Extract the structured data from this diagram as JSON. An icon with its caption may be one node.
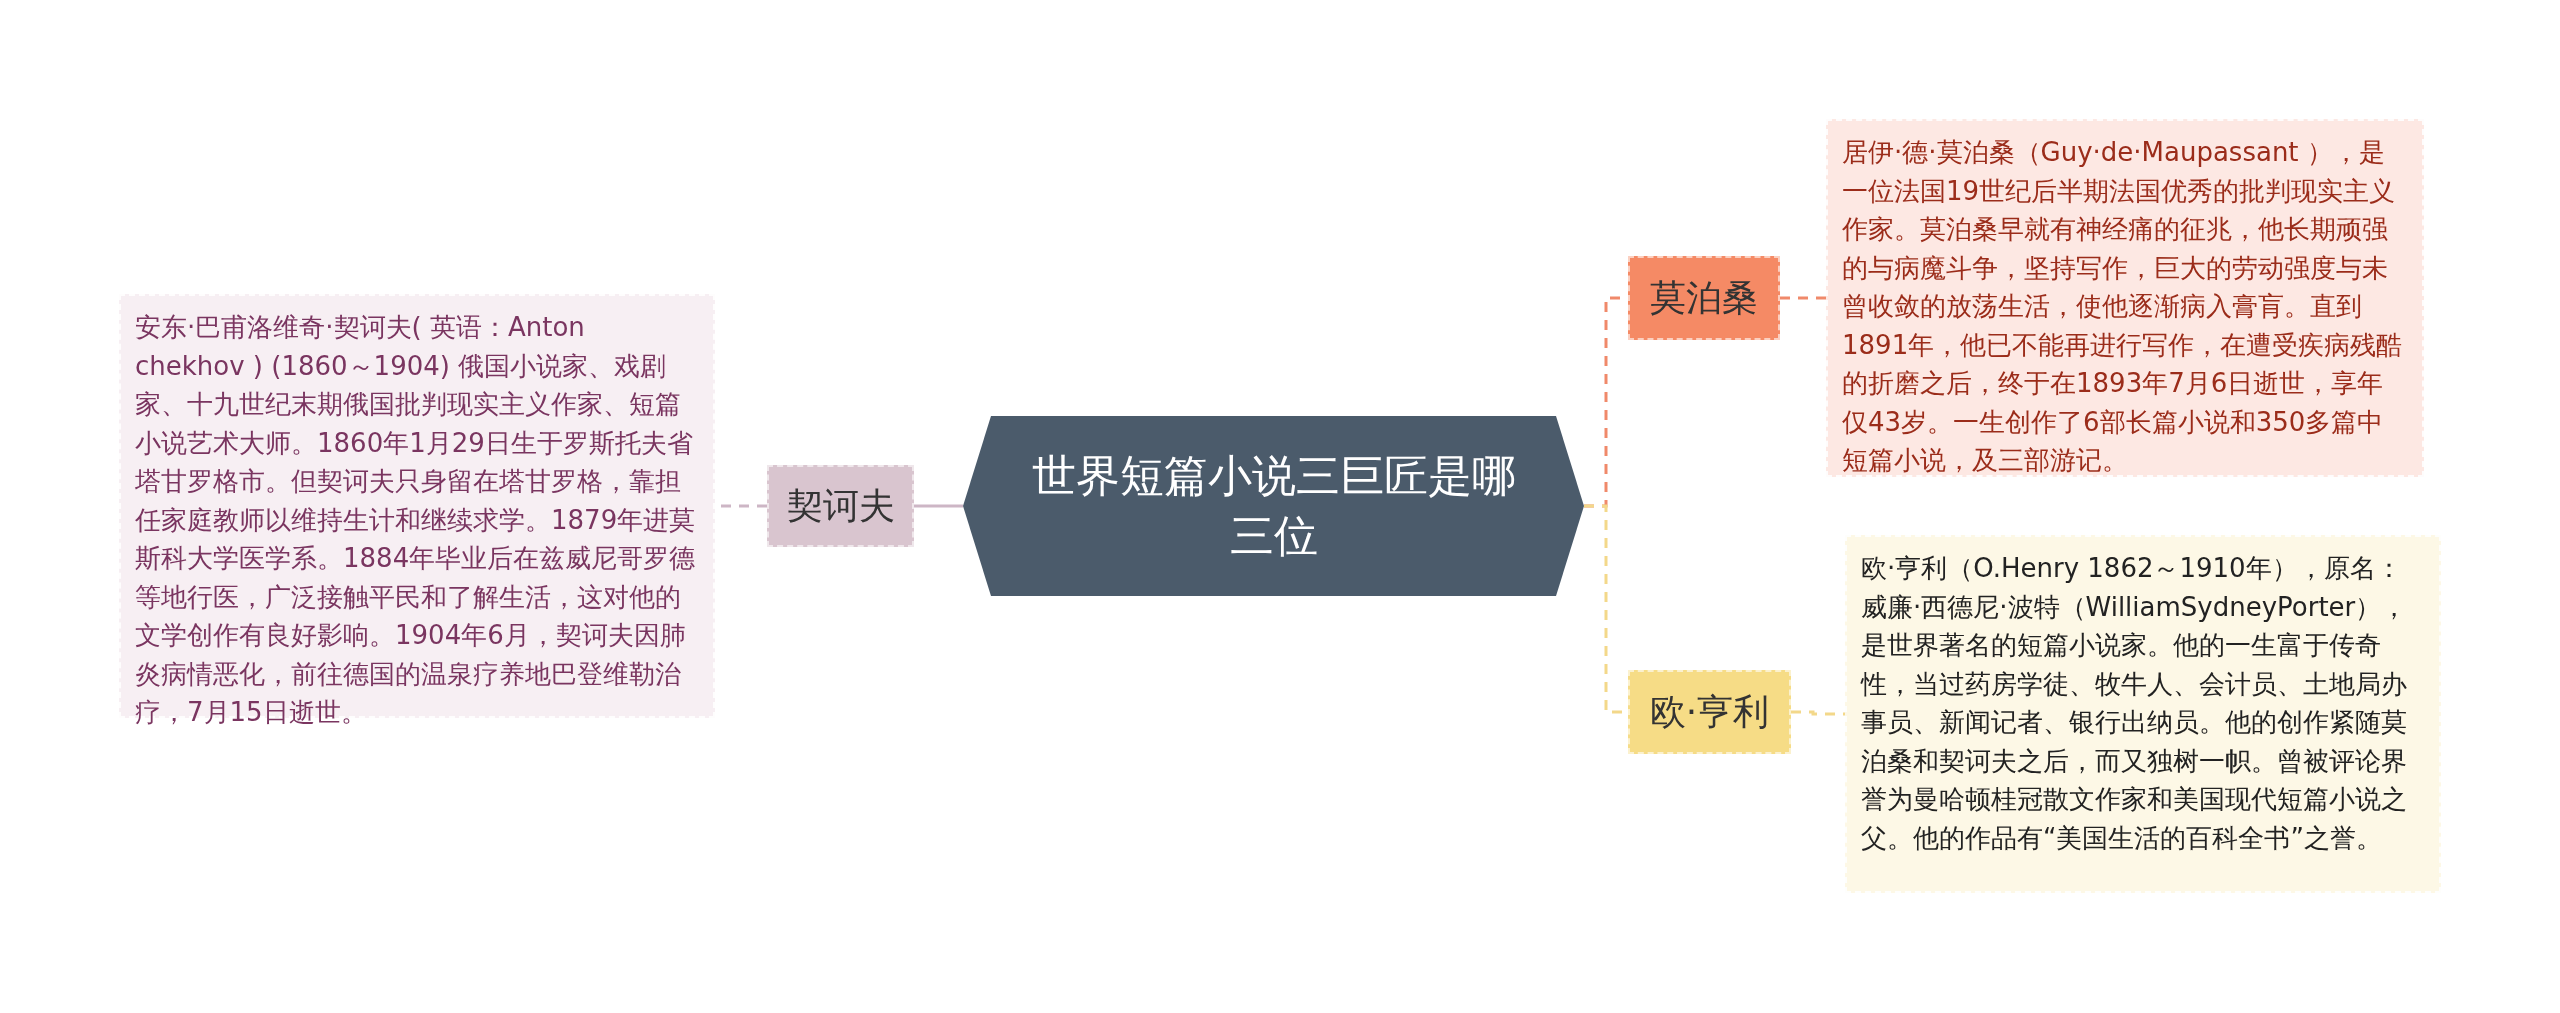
{
  "diagram": {
    "nodes": [
      {
        "text": [
          "世界短篇小说三巨匠是哪三位"
        ]
      },
      {
        "text": [
          "契诃夫"
        ]
      },
      {
        "text": [
          "安东·巴甫洛维奇·契诃夫( 英语：Anton chekhov ) (1860～1904) 俄国小说家、戏剧家、十九世纪末期俄国批判现实主义作家、短篇小说艺术大师。1860年1月29日生于罗斯托夫省塔甘罗格市。但契诃夫只身留在塔甘罗格，靠担任家庭教师以维持生计和继续求学。1879年进莫斯科大学医学系。1884年毕业后在兹威尼哥罗德等地行医，广泛接触平民和了解生活，这对他的文学创作有良好影响。1904年6月，契诃夫因肺炎病情恶化，前往德国的温泉疗养地巴登维勒治疗，7月15日逝世。"
        ]
      },
      {
        "text": [
          "莫泊桑"
        ]
      },
      {
        "text": [
          "居伊·德·莫泊桑（Guy·de·Maupassant ），是一位法国19世纪后半期法国优秀的批判现实主义作家。莫泊桑早就有神经痛的征兆，他长期顽强的与病魔斗争，坚持写作，巨大的劳动强度与未曾收敛的放荡生活，使他逐渐病入膏肓。直到1891年，他已不能再进行写作，在遭受疾病残酷的折磨之后，终于在1893年7月6日逝世，享年仅43岁。一生创作了6部长篇小说和350多篇中短篇小说，及三部游记。"
        ]
      },
      {
        "text": [
          "欧·亨利"
        ]
      },
      {
        "text": [
          "欧·亨利（O.Henry 1862～1910年），原名：威廉·西德尼·波特（WilliamSydneyPorter），是世界著名的短篇小说家。他的一生富于传奇性，当过药房学徒、牧牛人、会计员、土地局办事员、新闻记者、银行出纳员。他的创作紧随莫泊桑和契诃夫之后，而又独树一帜。曾被评论界誉为曼哈顿桂冠散文作家和美国现代短篇小说之父。他的作品有“美国生活的百科全书”之誉。"
        ]
      }
    ],
    "edges": [
      {
        "from": 0,
        "to": 1,
        "arrow": "none",
        "color": "#cdb6c5"
      },
      {
        "from": 1,
        "to": 2,
        "arrow": "none",
        "style": "dashed",
        "color": "#cdb6c5"
      },
      {
        "from": 0,
        "to": 3,
        "arrow": "none",
        "style": "dashed",
        "color": "#f0896a"
      },
      {
        "from": 3,
        "to": 4,
        "arrow": "none",
        "style": "dashed",
        "color": "#f0896a"
      },
      {
        "from": 0,
        "to": 5,
        "arrow": "none",
        "style": "dashed",
        "color": "#f3d88a"
      },
      {
        "from": 5,
        "to": 6,
        "arrow": "none",
        "style": "dashed",
        "color": "#f3d88a"
      }
    ]
  }
}
